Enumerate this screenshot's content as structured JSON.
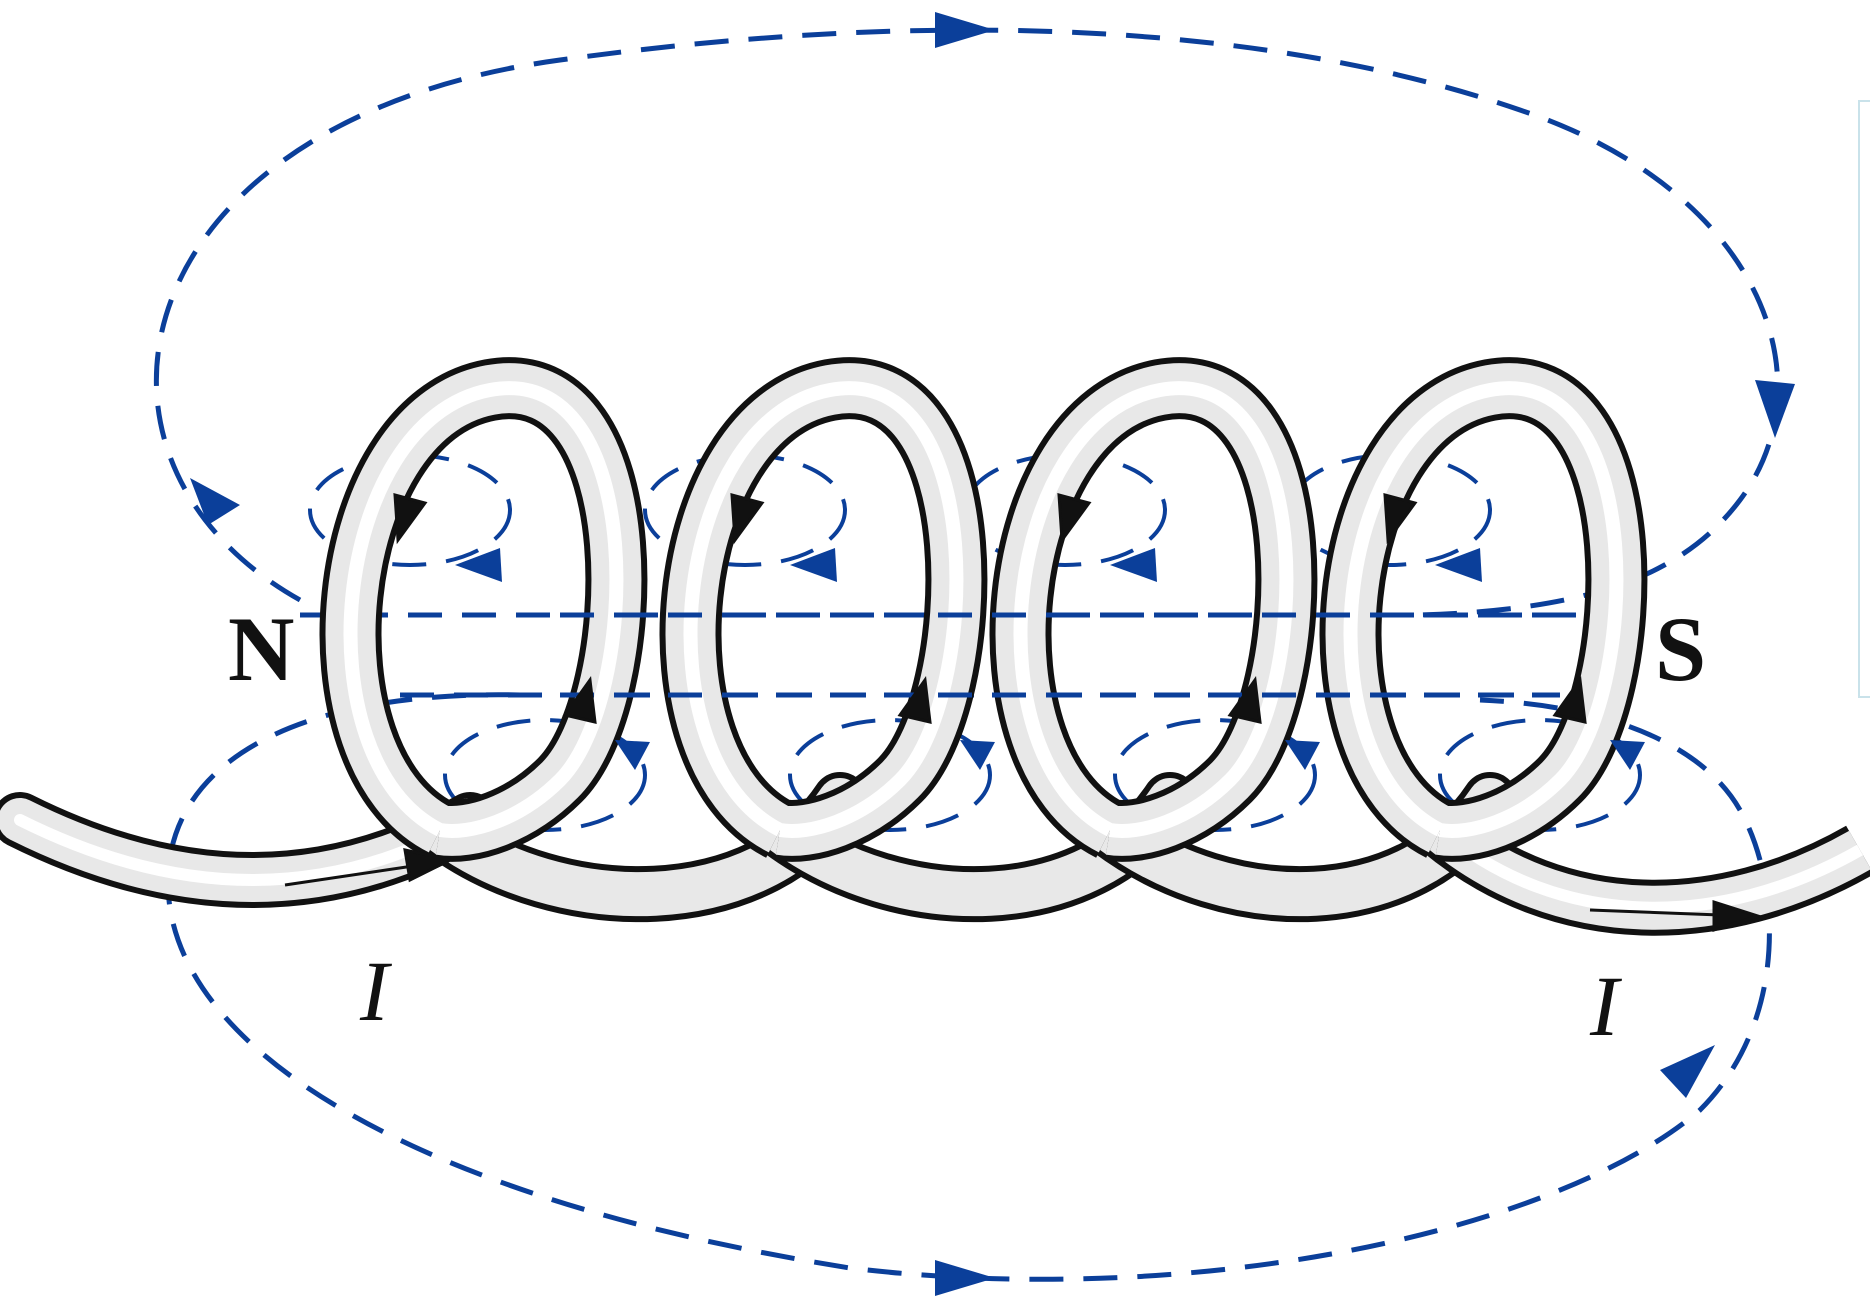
{
  "labels": {
    "north_pole": "N",
    "south_pole": "S",
    "current_in": "I",
    "current_out": "I"
  },
  "colors": {
    "field_line": "#0b3f9a",
    "wire_outline": "#111111",
    "wire_fill": "#e6e6e6",
    "wire_highlight": "#ffffff",
    "current_arrow": "#111111"
  },
  "icons": {
    "field_arrow": "triangle-arrow-icon",
    "current_arrow": "triangle-arrow-icon"
  }
}
